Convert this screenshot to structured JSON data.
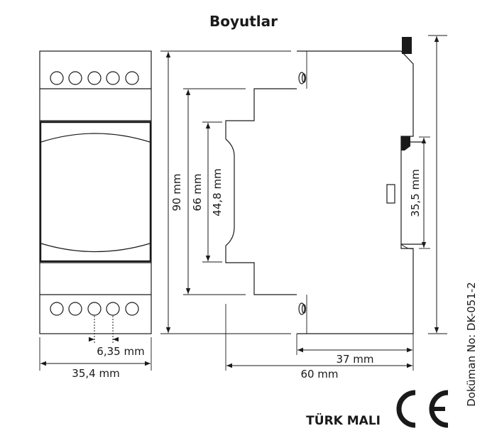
{
  "title": "Boyutlar",
  "dimensions": {
    "height_90": "90 mm",
    "height_66": "66 mm",
    "height_44_8": "44,8 mm",
    "height_35_5": "35,5 mm",
    "pitch_6_35": "6,35 mm",
    "width_35_4": "35,4 mm",
    "depth_37": "37 mm",
    "depth_60": "60 mm"
  },
  "document_no": "Doküman No: DK-051-2",
  "origin_label": "TÜRK MALI",
  "ce_mark": "CE"
}
